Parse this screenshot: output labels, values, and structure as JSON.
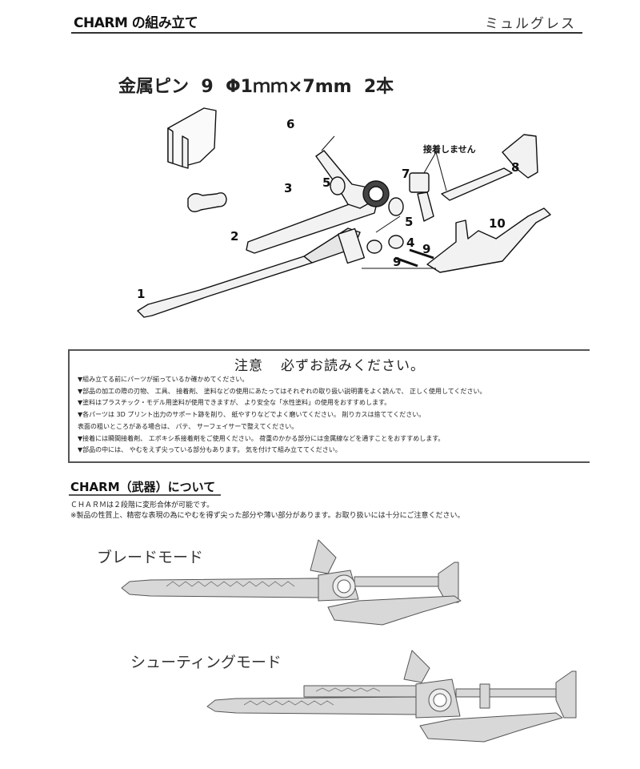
{
  "header": {
    "title": "CHARM の組み立て",
    "right_label": "ミュルグレス"
  },
  "pin_note": "金属ピン  9  Φ1ｍｍ×7mm  2本",
  "diagram": {
    "parts": [
      {
        "id": "1",
        "label": "1"
      },
      {
        "id": "2",
        "label": "2"
      },
      {
        "id": "3",
        "label": "3"
      },
      {
        "id": "4",
        "label": "4"
      },
      {
        "id": "5a",
        "label": "5"
      },
      {
        "id": "5b",
        "label": "5"
      },
      {
        "id": "6",
        "label": "6"
      },
      {
        "id": "7",
        "label": "7"
      },
      {
        "id": "8",
        "label": "8"
      },
      {
        "id": "9a",
        "label": "9"
      },
      {
        "id": "9b",
        "label": "9"
      },
      {
        "id": "10",
        "label": "10"
      }
    ],
    "annotation": "接着しません"
  },
  "notice": {
    "title_a": "注意",
    "title_b": "必ずお読みください。",
    "lines": [
      "▼組み立てる前にパーツが揃っているか確かめてください。",
      "▼部品の加工の際の刃物、 工具、 接着剤、 塗料などの使用にあたってはそれぞれの取り扱い説明書をよく読んで、 正しく使用してください。",
      "▼塗料はプラスチック・モデル用塗料が使用できますが、 より安全な「水性塗料」の使用をおすすめします。",
      "▼各パーツは 3D プリント出力のサポート跡を削り、 紙やすりなどでよく磨いてください。 削りカスは捨ててください。",
      "表面の粗いところがある場合は、 パテ、 サーフェイサーで整えてください。",
      "▼接着には瞬間接着剤、 エポキシ系接着剤をご使用ください。 荷重のかかる部分には金属線などを通すことをおすすめします。",
      "▼部品の中には、 やむをえず尖っている部分もあります。 気を付けて組み立ててください。"
    ]
  },
  "about": {
    "title": "CHARM（武器）について",
    "lines": [
      "ＣＨＡＲＭは２段階に変形合体が可能です。",
      "※製品の性質上、精密な表現の為にやむを得ず尖った部分や薄い部分があります。お取り扱いには十分にご注意ください。"
    ]
  },
  "modes": {
    "blade": "ブレードモード",
    "shooting": "シューティングモード"
  }
}
